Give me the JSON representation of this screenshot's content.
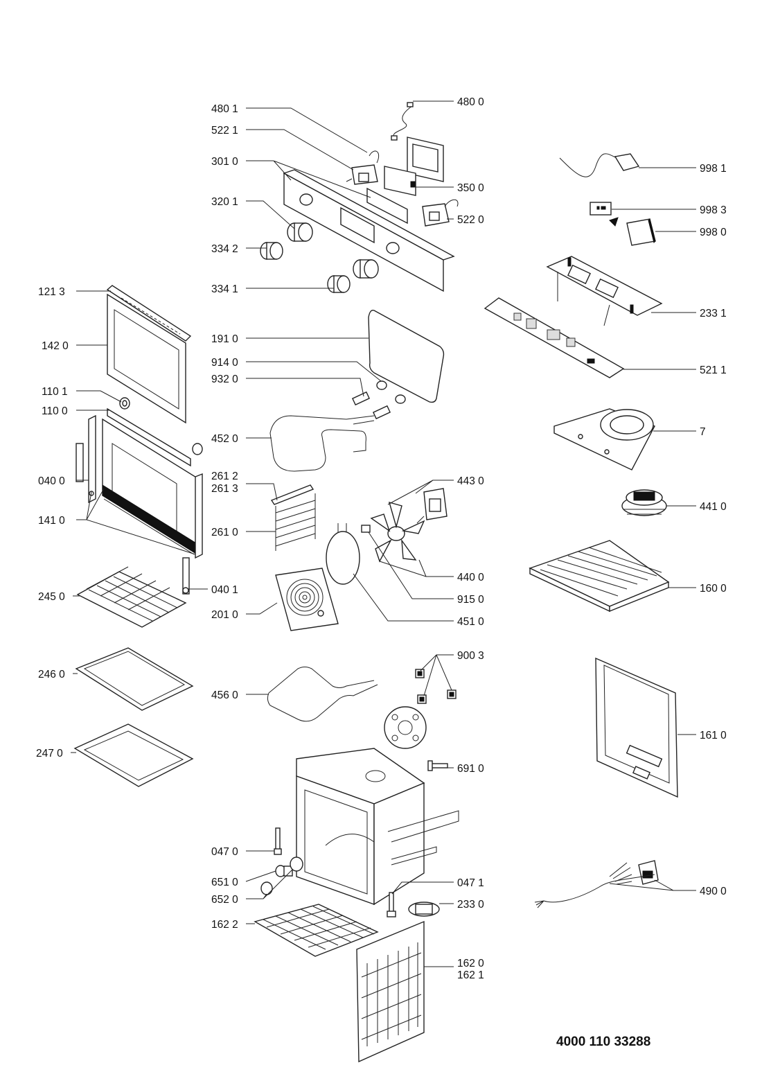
{
  "document_number": "4000 110 33288",
  "callouts": [
    {
      "id": "c4801",
      "text": "480 1"
    },
    {
      "id": "c4800",
      "text": "480 0"
    },
    {
      "id": "c5221",
      "text": "522 1"
    },
    {
      "id": "c3010",
      "text": "301 0"
    },
    {
      "id": "c3500",
      "text": "350 0"
    },
    {
      "id": "c3201",
      "text": "320 1"
    },
    {
      "id": "c5220",
      "text": "522 0"
    },
    {
      "id": "c3342",
      "text": "334 2"
    },
    {
      "id": "c3341",
      "text": "334 1"
    },
    {
      "id": "c9981",
      "text": "998 1"
    },
    {
      "id": "c9983",
      "text": "998 3"
    },
    {
      "id": "c9980",
      "text": "998 0"
    },
    {
      "id": "c2331",
      "text": "233 1"
    },
    {
      "id": "c5211",
      "text": "521 1"
    },
    {
      "id": "c7",
      "text": "7"
    },
    {
      "id": "c4410",
      "text": "441 0"
    },
    {
      "id": "c1600",
      "text": "160 0"
    },
    {
      "id": "c1610",
      "text": "161 0"
    },
    {
      "id": "c4900",
      "text": "490 0"
    },
    {
      "id": "c1213",
      "text": "121 3"
    },
    {
      "id": "c1420",
      "text": "142 0"
    },
    {
      "id": "c1101",
      "text": "110 1"
    },
    {
      "id": "c1100",
      "text": "110 0"
    },
    {
      "id": "c0400",
      "text": "040 0"
    },
    {
      "id": "c1410",
      "text": "141 0"
    },
    {
      "id": "c2450",
      "text": "245 0"
    },
    {
      "id": "c0401",
      "text": "040 1"
    },
    {
      "id": "c2460",
      "text": "246 0"
    },
    {
      "id": "c2470",
      "text": "247 0"
    },
    {
      "id": "c1910",
      "text": "191 0"
    },
    {
      "id": "c9140",
      "text": "914 0"
    },
    {
      "id": "c9320",
      "text": "932 0"
    },
    {
      "id": "c4520",
      "text": "452 0"
    },
    {
      "id": "c2612",
      "text": "261 2"
    },
    {
      "id": "c2613",
      "text": "261 3"
    },
    {
      "id": "c2610",
      "text": "261 0"
    },
    {
      "id": "c4430",
      "text": "443 0"
    },
    {
      "id": "c4400",
      "text": "440 0"
    },
    {
      "id": "c9150",
      "text": "915 0"
    },
    {
      "id": "c4510",
      "text": "451 0"
    },
    {
      "id": "c2010",
      "text": "201 0"
    },
    {
      "id": "c9003",
      "text": "900 3"
    },
    {
      "id": "c4560",
      "text": "456 0"
    },
    {
      "id": "c6910",
      "text": "691 0"
    },
    {
      "id": "c0470",
      "text": "047 0"
    },
    {
      "id": "c6510",
      "text": "651 0"
    },
    {
      "id": "c6520",
      "text": "652 0"
    },
    {
      "id": "c0471",
      "text": "047 1"
    },
    {
      "id": "c2330",
      "text": "233 0"
    },
    {
      "id": "c1622",
      "text": "162 2"
    },
    {
      "id": "c1620",
      "text": "162 0"
    },
    {
      "id": "c1621",
      "text": "162 1"
    }
  ]
}
